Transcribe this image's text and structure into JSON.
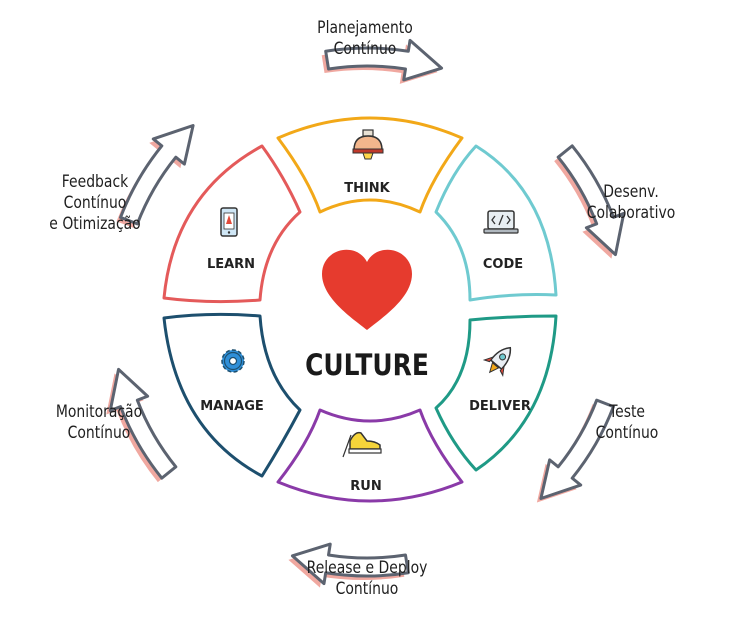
{
  "center": {
    "title": "CULTURE",
    "heart_color": "#e63b2e"
  },
  "segments": [
    {
      "label": "THINK",
      "color": "#f2a818",
      "icon": "lamp-icon"
    },
    {
      "label": "CODE",
      "color": "#6fcad0",
      "icon": "laptop-code-icon"
    },
    {
      "label": "DELIVER",
      "color": "#1f9a86",
      "icon": "rocket-icon"
    },
    {
      "label": "RUN",
      "color": "#8a3aa8",
      "icon": "running-shoe-icon"
    },
    {
      "label": "MANAGE",
      "color": "#1d4f6e",
      "icon": "gear-icon"
    },
    {
      "label": "LEARN",
      "color": "#e45a5a",
      "icon": "tablet-icon"
    }
  ],
  "phases": [
    {
      "line1": "Planejamento",
      "line2": "Contínuo",
      "line3": ""
    },
    {
      "line1": "Desenv.",
      "line2": "Colaborativo",
      "line3": ""
    },
    {
      "line1": "Teste",
      "line2": "Contínuo",
      "line3": ""
    },
    {
      "line1": "Release e Deploy",
      "line2": "Contínuo",
      "line3": ""
    },
    {
      "line1": "Monitoração",
      "line2": "Contínuo",
      "line3": ""
    },
    {
      "line1": "Feedback",
      "line2": "Contínuo",
      "line3": "e Otimização"
    }
  ],
  "arrow_colors": {
    "fill": "#ffffff",
    "stroke": "#5c6370",
    "shadow": "#f0a8a0"
  }
}
